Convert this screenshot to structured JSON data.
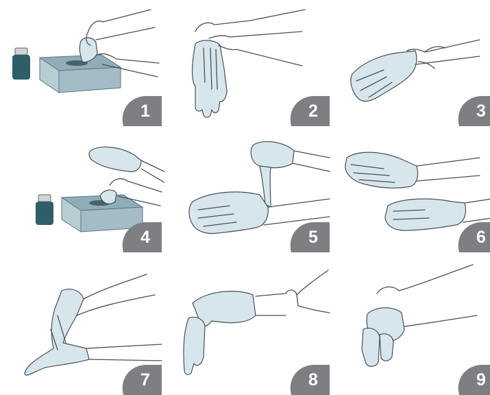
{
  "steps": [
    {
      "number": "1"
    },
    {
      "number": "2"
    },
    {
      "number": "3"
    },
    {
      "number": "4"
    },
    {
      "number": "5"
    },
    {
      "number": "6"
    },
    {
      "number": "7"
    },
    {
      "number": "8"
    },
    {
      "number": "9"
    }
  ],
  "colors": {
    "badge": "#7d7f82",
    "badge_text": "#ffffff",
    "glove_fill": "#d6e6ec",
    "box": "#a9c1cb",
    "bottle": "#2e5e68",
    "line": "#4a4f55"
  }
}
